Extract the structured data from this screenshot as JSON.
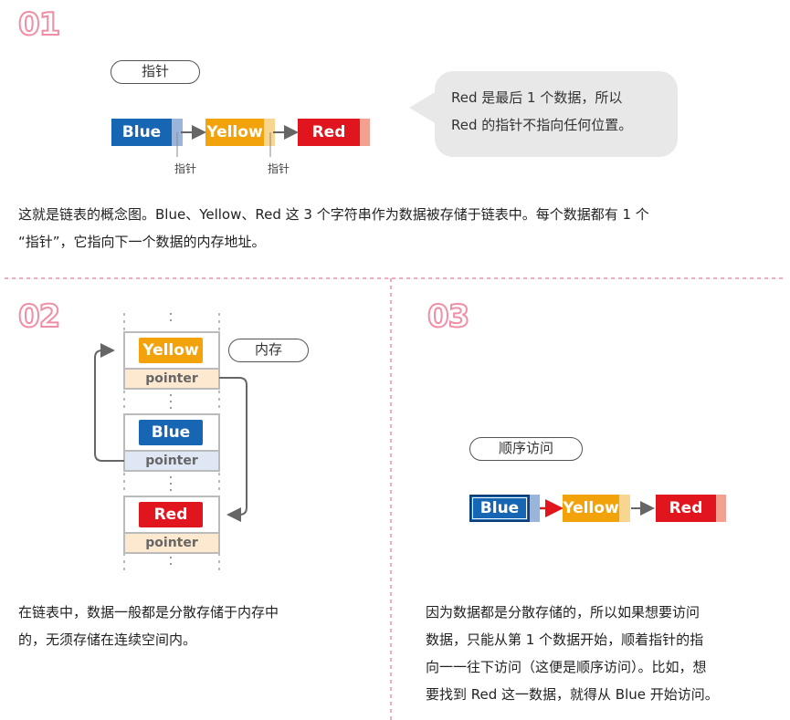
{
  "section1": {
    "num": "01",
    "pill_label": "指针",
    "nodes": [
      {
        "label": "Blue",
        "color": "#1766b4",
        "tail": "#9bb4dc"
      },
      {
        "label": "Yellow",
        "color": "#f2a20b",
        "tail": "#f9d690"
      },
      {
        "label": "Red",
        "color": "#e0151e",
        "tail": "#f3a090"
      }
    ],
    "pointer_labels": [
      "指针",
      "指针"
    ],
    "bubble_lines": [
      "Red 是最后 1 个数据，所以",
      "Red 的指针不指向任何位置。"
    ],
    "para_lines": [
      "这就是链表的概念图。Blue、Yellow、Red 这 3 个字符串作为数据被存储于链表中。每个数据都有 1 个",
      "“指针”，它指向下一个数据的内存地址。"
    ]
  },
  "section2": {
    "num": "02",
    "pill_label": "内存",
    "blocks": [
      {
        "label": "Yellow",
        "color": "#f2a20b",
        "ptr_bg": "#fde8d0"
      },
      {
        "label": "Blue",
        "color": "#1766b4",
        "ptr_bg": "#dfe6f4"
      },
      {
        "label": "Red",
        "color": "#e0151e",
        "ptr_bg": "#fde8d0"
      }
    ],
    "pointer_text": "pointer",
    "para_lines": [
      "在链表中，数据一般都是分散存储于内存中",
      "的，无须存储在连续空间内。"
    ]
  },
  "section3": {
    "num": "03",
    "pill_label": "顺序访问",
    "nodes": [
      {
        "label": "Blue",
        "color": "#1766b4",
        "tail": "#9bb4dc"
      },
      {
        "label": "Yellow",
        "color": "#f2a20b",
        "tail": "#f9d690"
      },
      {
        "label": "Red",
        "color": "#e0151e",
        "tail": "#f3a090"
      }
    ],
    "para_lines": [
      "因为数据都是分散存储的，所以如果想要访问",
      "数据，只能从第 1 个数据开始，顺着指针的指",
      "向一一往下访问（这便是顺序访问）。比如，想",
      "要找到 Red 这一数据，就得从 Blue 开始访问。"
    ]
  },
  "colors": {
    "divider": "#ef8fa6",
    "arrow": "#666666",
    "highlight_arrow": "#e0151e"
  }
}
